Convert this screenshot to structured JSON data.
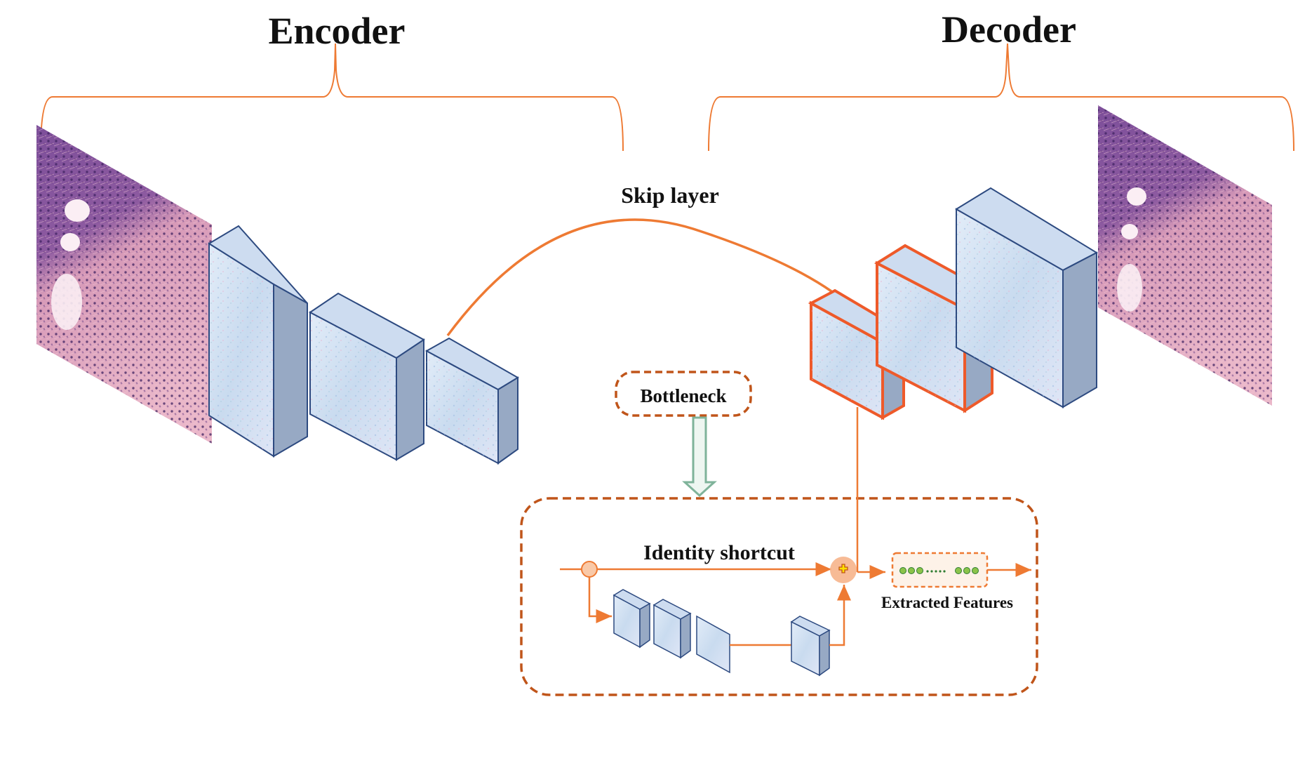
{
  "labels": {
    "encoder": "Encoder",
    "decoder": "Decoder",
    "skip_layer": "Skip layer",
    "bottleneck": "Bottleneck",
    "identity_shortcut": "Identity shortcut",
    "extracted_features": "Extracted Features",
    "feature_dots": "●●●∙∙∙∙∙  ●●●"
  },
  "colors": {
    "accent_orange": "#ee7a33",
    "dashed_border": "#c0551a",
    "block_edge": "#2d4a80",
    "block_face": "#dbe7f5",
    "block_side": "#97a9c4",
    "arrow_green": "#7fb39a",
    "feature_dot_green": "#4caf50",
    "plus_circle": "#f6b48b",
    "plus_sign": "#ffe000"
  },
  "icons": {
    "input_image": "histology-tissue-image",
    "output_image": "histology-tissue-image",
    "feature_block": "3d-feature-map-block",
    "add_node": "plus-circle-icon",
    "split_node": "circle-node-icon",
    "down_arrow": "hollow-down-arrow-icon"
  }
}
